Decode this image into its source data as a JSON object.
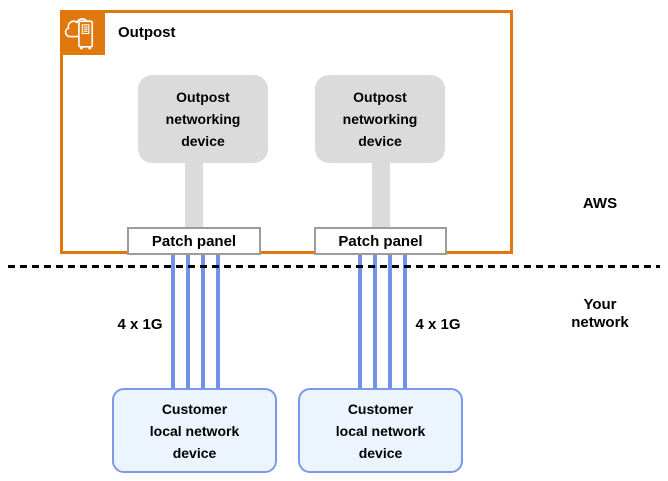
{
  "outpost_group": {
    "label": "Outpost",
    "icon": "aws-outposts-icon"
  },
  "networking_devices": [
    {
      "label": "Outpost\nnetworking\ndevice"
    },
    {
      "label": "Outpost\nnetworking\ndevice"
    }
  ],
  "patch_panels": [
    {
      "label": "Patch panel"
    },
    {
      "label": "Patch panel"
    }
  ],
  "links": [
    {
      "label": "4 x 1G",
      "cables_per_panel": 4
    },
    {
      "label": "4 x 1G",
      "cables_per_panel": 4
    }
  ],
  "boundary": {
    "above_label": "AWS",
    "below_label": "Your\nnetwork"
  },
  "customer_devices": [
    {
      "label": "Customer\nlocal network\ndevice"
    },
    {
      "label": "Customer\nlocal network\ndevice"
    }
  ],
  "colors": {
    "outpost_border": "#E0780D",
    "icon_background": "#E0780D",
    "device_fill": "#DBDBDB",
    "panel_border": "#9C9C9C",
    "cable_blue": "#7291E8",
    "customer_fill": "#ECF5FD",
    "customer_border": "#7B99E8",
    "boundary_line": "#000000",
    "text": "#000000"
  }
}
